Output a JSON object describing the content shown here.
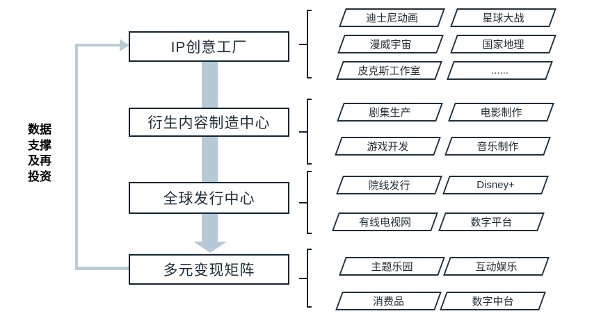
{
  "diagram": {
    "side_label": "数据\n支撑\n及再\n投资",
    "colors": {
      "arrow_light_blue": "#b9ccd8",
      "flow_box_border": "#0e2434",
      "parallelogram_border": "#1c3040",
      "bracket_line": "#15222e"
    },
    "groups": [
      {
        "box": "IP创意工厂",
        "items": [
          "迪士尼动画",
          "星球大战",
          "漫威宇宙",
          "国家地理",
          "皮克斯工作室",
          "......"
        ]
      },
      {
        "box": "衍生内容制造中心",
        "items": [
          "剧集生产",
          "电影制作",
          "游戏开发",
          "音乐制作"
        ]
      },
      {
        "box": "全球发行中心",
        "items": [
          "院线发行",
          "Disney+",
          "有线电视网",
          "数字平台"
        ]
      },
      {
        "box": "多元变现矩阵",
        "items": [
          "主题乐园",
          "互动娱乐",
          "消费品",
          "数字中台"
        ]
      }
    ]
  }
}
